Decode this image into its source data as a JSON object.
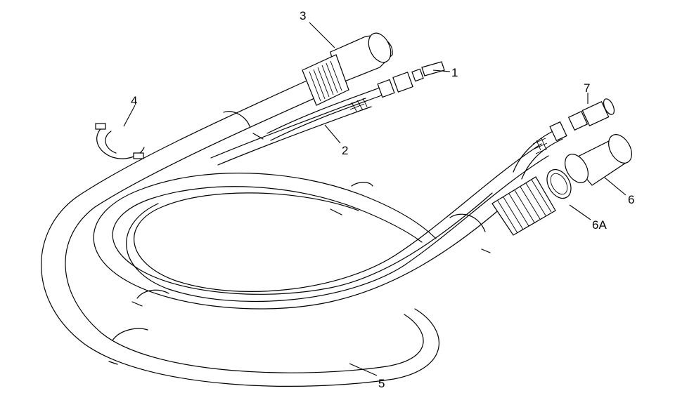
{
  "callouts": {
    "c1": "1",
    "c2": "2",
    "c3": "3",
    "c4": "4",
    "c5": "5",
    "c6": "6",
    "c6a": "6A",
    "c7": "7"
  },
  "parts": [
    {
      "callout": "1",
      "icon": "gas-fitting-icon"
    },
    {
      "callout": "2",
      "icon": "gas-hose-icon"
    },
    {
      "callout": "3",
      "icon": "cuff-icon"
    },
    {
      "callout": "4",
      "icon": "hose-clip-icon"
    },
    {
      "callout": "5",
      "icon": "hose-assembly-icon"
    },
    {
      "callout": "6",
      "icon": "cuff-icon"
    },
    {
      "callout": "6A",
      "icon": "ring-icon"
    },
    {
      "callout": "7",
      "icon": "gas-fitting-icon"
    }
  ]
}
